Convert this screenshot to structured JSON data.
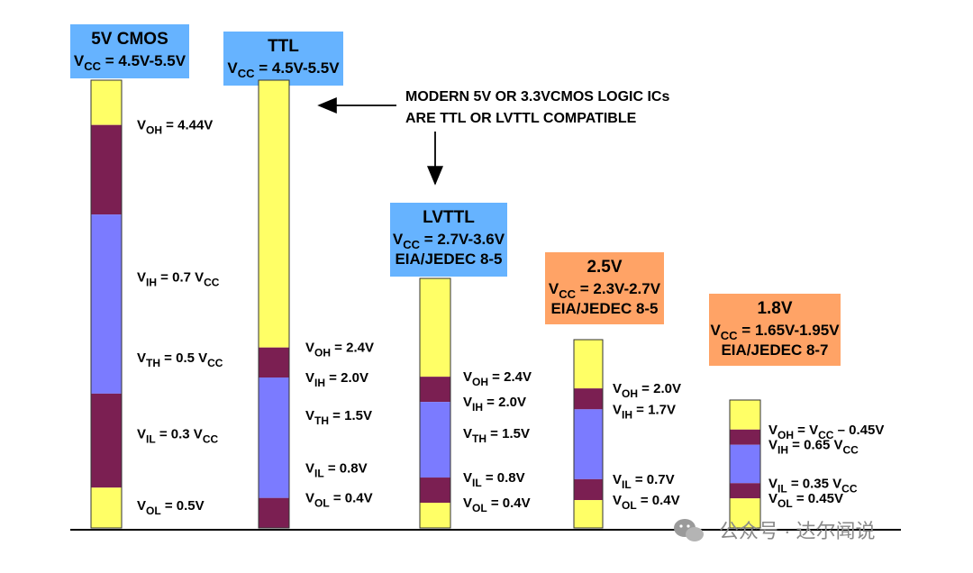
{
  "colors": {
    "high": "#ffff66",
    "forbidden": "#7b1f52",
    "transition": "#7b7bff",
    "bar_stroke": "#333333",
    "label_blue": "#66b3ff",
    "label_orange": "#ffa366",
    "baseline": "#000000"
  },
  "annotation": {
    "line1": "MODERN 5V OR 3.3VCMOS LOGIC ICs",
    "line2": "ARE TTL OR  LVTTL COMPATIBLE"
  },
  "watermark": {
    "text": "公众号 · 达尔闻说",
    "icon": "wechat-icon"
  },
  "standards": [
    {
      "id": "cmos5v",
      "title": "5V CMOS",
      "vcc_range": "= 4.5V-5.5V",
      "spec": "",
      "label_color": "blue",
      "bands": [
        {
          "type": "high",
          "from": 0.9,
          "to": 1.0
        },
        {
          "type": "forbidden",
          "from": 0.7,
          "to": 0.9
        },
        {
          "type": "transition",
          "from": 0.5,
          "to": 0.7
        },
        {
          "type": "transition",
          "from": 0.3,
          "to": 0.5
        },
        {
          "type": "forbidden",
          "from": 0.09,
          "to": 0.3
        },
        {
          "type": "high",
          "from": 0.0,
          "to": 0.09
        }
      ],
      "levels": [
        {
          "name": "OH",
          "value": "= 4.44V",
          "at": 0.9
        },
        {
          "name": "IH",
          "value": "= 0.7 V",
          "sub2": "CC",
          "at": 0.56
        },
        {
          "name": "TH",
          "value": "= 0.5 V",
          "sub2": "CC",
          "at": 0.38
        },
        {
          "name": "IL",
          "value": "= 0.3 V",
          "sub2": "CC",
          "at": 0.21
        },
        {
          "name": "OL",
          "value": "= 0.5V",
          "at": 0.05
        }
      ]
    },
    {
      "id": "ttl",
      "title": "TTL",
      "vcc_range": "= 4.5V-5.5V",
      "spec": "",
      "label_color": "blue",
      "bands": [
        {
          "type": "high",
          "from": 0.403,
          "to": 1.0
        },
        {
          "type": "forbidden",
          "from": 0.336,
          "to": 0.403
        },
        {
          "type": "transition",
          "from": 0.067,
          "to": 0.336
        },
        {
          "type": "forbidden",
          "from": 0.0,
          "to": 0.067
        }
      ],
      "levels": [
        {
          "name": "OH",
          "value": "= 2.4V",
          "at": 0.403
        },
        {
          "name": "IH",
          "value": "= 2.0V",
          "at": 0.336
        },
        {
          "name": "TH",
          "value": "= 1.5V",
          "at": 0.252
        },
        {
          "name": "IL",
          "value": "= 0.8V",
          "at": 0.134
        },
        {
          "name": "OL",
          "value": "= 0.4V",
          "at": 0.067
        }
      ]
    },
    {
      "id": "lvttl",
      "title": "LVTTL",
      "vcc_range": "= 2.7V-3.6V",
      "spec": "EIA/JEDEC 8-5",
      "label_color": "blue",
      "bands": [
        {
          "type": "high",
          "from": 0.606,
          "to": 1.0
        },
        {
          "type": "forbidden",
          "from": 0.505,
          "to": 0.606
        },
        {
          "type": "transition",
          "from": 0.202,
          "to": 0.505
        },
        {
          "type": "forbidden",
          "from": 0.101,
          "to": 0.202
        },
        {
          "type": "high",
          "from": 0.0,
          "to": 0.101
        }
      ],
      "levels": [
        {
          "name": "OH",
          "value": "= 2.4V",
          "at": 0.606
        },
        {
          "name": "IH",
          "value": "= 2.0V",
          "at": 0.505
        },
        {
          "name": "TH",
          "value": "= 1.5V",
          "at": 0.379
        },
        {
          "name": "IL",
          "value": "= 0.8V",
          "at": 0.202
        },
        {
          "name": "OL",
          "value": "= 0.4V",
          "at": 0.101
        }
      ]
    },
    {
      "id": "v25",
      "title": "2.5V",
      "vcc_range": "= 2.3V-2.7V",
      "spec": "EIA/JEDEC 8-5",
      "label_color": "orange",
      "bands": [
        {
          "type": "high",
          "from": 0.741,
          "to": 1.0
        },
        {
          "type": "forbidden",
          "from": 0.63,
          "to": 0.741
        },
        {
          "type": "transition",
          "from": 0.259,
          "to": 0.63
        },
        {
          "type": "forbidden",
          "from": 0.148,
          "to": 0.259
        },
        {
          "type": "high",
          "from": 0.0,
          "to": 0.148
        }
      ],
      "levels": [
        {
          "name": "OH",
          "value": "= 2.0V",
          "at": 0.741
        },
        {
          "name": "IH",
          "value": "= 1.7V",
          "at": 0.63
        },
        {
          "name": "IL",
          "value": "= 0.7V",
          "at": 0.259
        },
        {
          "name": "OL",
          "value": "= 0.4V",
          "at": 0.148
        }
      ]
    },
    {
      "id": "v18",
      "title": "1.8V",
      "vcc_range": "= 1.65V-1.95V",
      "spec": "EIA/JEDEC 8-7",
      "label_color": "orange",
      "bands": [
        {
          "type": "high",
          "from": 0.769,
          "to": 1.0
        },
        {
          "type": "forbidden",
          "from": 0.65,
          "to": 0.769
        },
        {
          "type": "transition",
          "from": 0.35,
          "to": 0.65
        },
        {
          "type": "forbidden",
          "from": 0.231,
          "to": 0.35
        },
        {
          "type": "high",
          "from": 0.0,
          "to": 0.231
        }
      ],
      "levels": [
        {
          "name": "OH",
          "value": "= V",
          "sub2": "CC",
          "tail": " – 0.45V",
          "at": 0.769
        },
        {
          "name": "IH",
          "value": "= 0.65 V",
          "sub2": "CC",
          "at": 0.65
        },
        {
          "name": "IL",
          "value": "= 0.35 V",
          "sub2": "CC",
          "at": 0.35
        },
        {
          "name": "OL",
          "value": "= 0.45V",
          "at": 0.231
        }
      ]
    }
  ]
}
